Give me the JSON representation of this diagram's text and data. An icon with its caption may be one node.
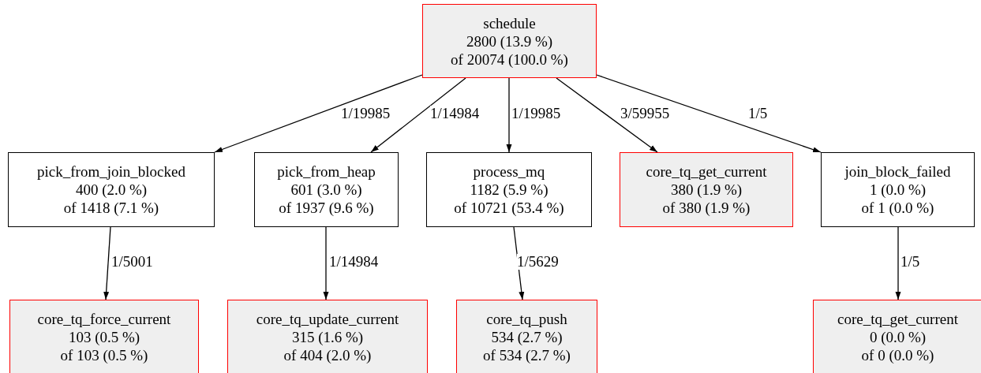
{
  "diagram": {
    "nodes": [
      {
        "text": [
          "schedule",
          "2800 (13.9 %)",
          "of 20074 (100.0 %)"
        ]
      },
      {
        "text": [
          "pick_from_join_blocked",
          "400 (2.0 %)",
          "of 1418 (7.1 %)"
        ]
      },
      {
        "text": [
          "pick_from_heap",
          "601 (3.0 %)",
          "of 1937 (9.6 %)"
        ]
      },
      {
        "text": [
          "process_mq",
          "1182 (5.9 %)",
          "of 10721 (53.4 %)"
        ]
      },
      {
        "text": [
          "core_tq_get_current",
          "380 (1.9 %)",
          "of 380 (1.9 %)"
        ]
      },
      {
        "text": [
          "join_block_failed",
          "1 (0.0 %)",
          "of 1 (0.0 %)"
        ]
      },
      {
        "text": [
          "core_tq_force_current",
          "103 (0.5 %)",
          "of 103 (0.5 %)"
        ]
      },
      {
        "text": [
          "core_tq_update_current",
          "315 (1.6 %)",
          "of 404 (2.0 %)"
        ]
      },
      {
        "text": [
          "core_tq_push",
          "534 (2.7 %)",
          "of 534 (2.7 %)"
        ]
      },
      {
        "text": [
          "core_tq_get_current",
          "0 (0.0 %)",
          "of 0 (0.0 %)"
        ]
      }
    ],
    "edges": [
      {
        "from": 0,
        "to": 1,
        "arrow": "to",
        "label": "1/19985"
      },
      {
        "from": 0,
        "to": 2,
        "arrow": "to",
        "label": "1/14984"
      },
      {
        "from": 0,
        "to": 3,
        "arrow": "to",
        "label": "1/19985"
      },
      {
        "from": 0,
        "to": 4,
        "arrow": "to",
        "label": "3/59955"
      },
      {
        "from": 0,
        "to": 5,
        "arrow": "to",
        "label": "1/5"
      },
      {
        "from": 1,
        "to": 6,
        "arrow": "to",
        "label": "1/5001"
      },
      {
        "from": 2,
        "to": 7,
        "arrow": "to",
        "label": "1/14984"
      },
      {
        "from": 3,
        "to": 8,
        "arrow": "to",
        "label": "1/5629"
      },
      {
        "from": 5,
        "to": 9,
        "arrow": "to",
        "label": "1/5"
      }
    ]
  }
}
